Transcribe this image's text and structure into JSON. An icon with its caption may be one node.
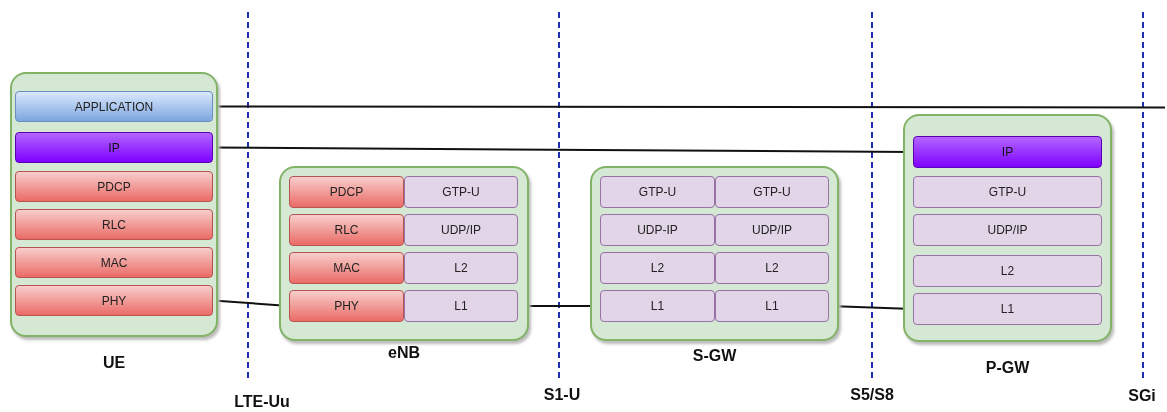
{
  "diagram": {
    "nodes": [
      {
        "text": [
          "UE"
        ]
      },
      {
        "text": [
          "APPLICATION"
        ],
        "in": 0
      },
      {
        "text": [
          "IP"
        ],
        "in": 0
      },
      {
        "text": [
          "PDCP"
        ],
        "in": 0
      },
      {
        "text": [
          "RLC"
        ],
        "in": 0
      },
      {
        "text": [
          "MAC"
        ],
        "in": 0
      },
      {
        "text": [
          "PHY"
        ],
        "in": 0
      },
      {
        "text": [
          "eNB"
        ]
      },
      {
        "text": [
          "PDCP"
        ],
        "in": 7
      },
      {
        "text": [
          "GTP-U"
        ],
        "in": 7
      },
      {
        "text": [
          "RLC"
        ],
        "in": 7
      },
      {
        "text": [
          "UDP/IP"
        ],
        "in": 7
      },
      {
        "text": [
          "MAC"
        ],
        "in": 7
      },
      {
        "text": [
          "L2"
        ],
        "in": 7
      },
      {
        "text": [
          "PHY"
        ],
        "in": 7
      },
      {
        "text": [
          "L1"
        ],
        "in": 7
      },
      {
        "text": [
          "S-GW"
        ]
      },
      {
        "text": [
          "GTP-U"
        ],
        "in": 16
      },
      {
        "text": [
          "GTP-U"
        ],
        "in": 16
      },
      {
        "text": [
          "UDP-IP"
        ],
        "in": 16
      },
      {
        "text": [
          "UDP/IP"
        ],
        "in": 16
      },
      {
        "text": [
          "L2"
        ],
        "in": 16
      },
      {
        "text": [
          "L2"
        ],
        "in": 16
      },
      {
        "text": [
          "L1"
        ],
        "in": 16
      },
      {
        "text": [
          "L1"
        ],
        "in": 16
      },
      {
        "text": [
          "P-GW"
        ]
      },
      {
        "text": [
          "IP"
        ],
        "in": 25
      },
      {
        "text": [
          "GTP-U"
        ],
        "in": 25
      },
      {
        "text": [
          "UDP/IP"
        ],
        "in": 25
      },
      {
        "text": [
          "L2"
        ],
        "in": 25
      },
      {
        "text": [
          "L1"
        ],
        "in": 25
      }
    ],
    "edges": [
      {
        "from": 1,
        "to": null,
        "arrow": "none"
      },
      {
        "from": 2,
        "to": 26,
        "arrow": "none"
      },
      {
        "from": 6,
        "to": 14,
        "arrow": "none"
      },
      {
        "from": 15,
        "to": 23,
        "arrow": "none"
      },
      {
        "from": 24,
        "to": 30,
        "arrow": "none"
      }
    ],
    "labels": [
      "LTE-Uu",
      "S1-U",
      "S5/S8",
      "SGi"
    ]
  }
}
